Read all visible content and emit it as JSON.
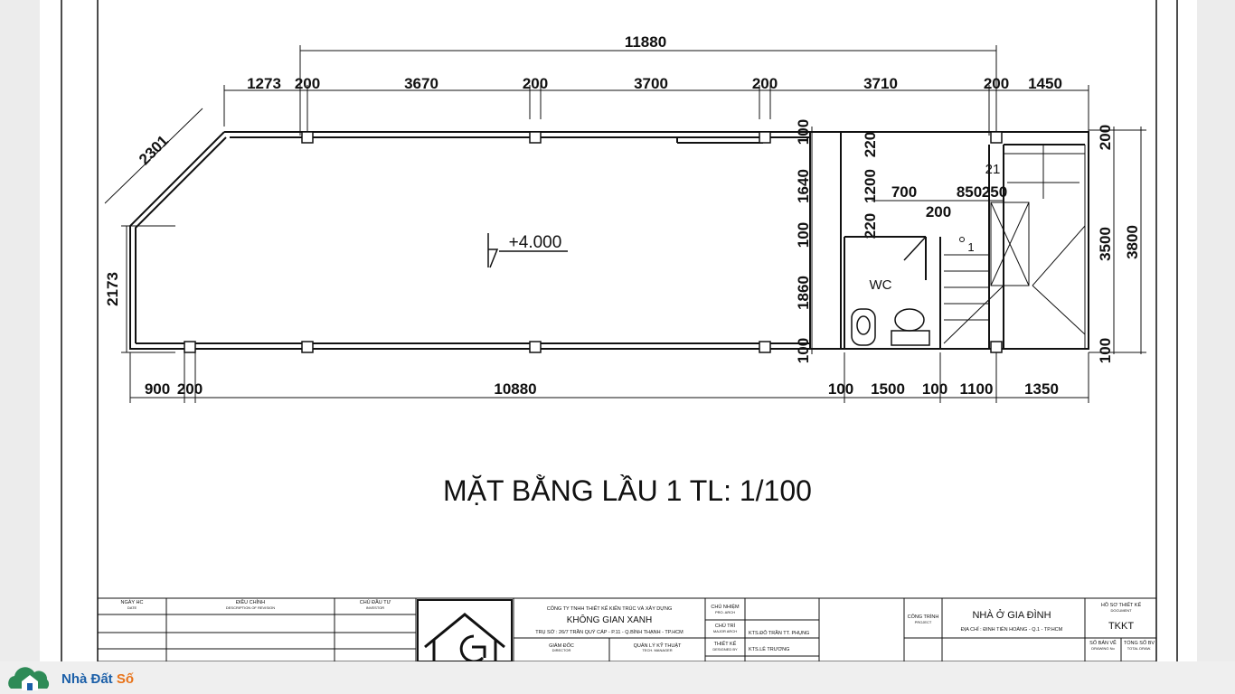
{
  "drawing": {
    "title": "MẶT BẰNG  LẦU 1  TL: 1/100",
    "level": "+4.000",
    "wc_label": "WC",
    "stair_labels": [
      "21",
      "1"
    ],
    "dims_top_total": "11880",
    "dims_top": [
      "1273",
      "200",
      "3670",
      "200",
      "3700",
      "200",
      "3710",
      "200",
      "1450"
    ],
    "dims_bottom_main": [
      "900",
      "200",
      "10880"
    ],
    "dims_bottom_right": [
      "100",
      "1500",
      "100",
      "1100",
      "1350"
    ],
    "dim_diagonal": "2301",
    "dim_left": "2173",
    "dims_mid_vertical": [
      "100",
      "1640",
      "100",
      "1860",
      "100"
    ],
    "dims_inner_vertical": [
      "220",
      "1200",
      "220"
    ],
    "dims_wc": [
      "700",
      "850",
      "250",
      "200"
    ],
    "dims_right_vertical": [
      "200",
      "3500",
      "3800",
      "100"
    ]
  },
  "title_block": {
    "col_date": "NGÀY HC",
    "col_date_en": "DATE",
    "col_revision": "ĐIỀU CHỈNH",
    "col_revision_en": "DESCRIPTION OF REVISION",
    "col_investor": "CHỦ ĐẦU TƯ",
    "col_investor_en": "INVESTOR",
    "company_line": "CÔNG TY TNHH  THIẾT KẾ  KIẾN TRÚC VÀ  XÂY DỰNG",
    "company_name": "KHÔNG GIAN XANH",
    "company_address": "TRỤ SỞ : 26/7 TRẦN QUÝ CÁP - P.11 - Q.BÌNH THẠNH - TP.HCM",
    "director": "GIÁM ĐỐC",
    "director_en": "DIRECTOR",
    "tech_manager": "QUẢN LÝ KỸ THUẬT",
    "tech_manager_en": "TECH. MANAGER",
    "chief": "CHỦ NHIỆM",
    "chief_en": "PRO. ARCH",
    "chief_major": "CHỦ TRÌ",
    "chief_major_en": "MAJOR ARCH",
    "chief_major_name": "KTS.ĐỖ TRẦN TT. PHỤNG",
    "designer": "THIẾT KẾ",
    "designer_en": "DESIGNED BY",
    "designer_name": "KTS.LÊ TRƯƠNG",
    "project": "CÔNG TRÌNH",
    "project_en": "PROJECT",
    "project_name": "NHÀ Ở GIA ĐÌNH",
    "project_address": "ĐỊA CHỈ : ĐINH TIÊN HOÀNG - Q.1 - TP.HCM",
    "doc_label": "HỒ SƠ THIẾT KẾ",
    "doc_label_en": "DOCUMENT",
    "doc_code": "TKKT",
    "drawing_no": "SỐ BẢN VẼ",
    "drawing_no_en": "DRAWING No",
    "total": "TỔNG SỐ BV",
    "total_en": "TOTAL DRAW."
  },
  "watermark": {
    "brand_main": "Nhà Đất ",
    "brand_accent": "Số"
  },
  "colors": {
    "ink": "#111111",
    "brand_blue": "#1b5fa8",
    "brand_orange": "#e8731a",
    "logo_green": "#2e8b57"
  }
}
